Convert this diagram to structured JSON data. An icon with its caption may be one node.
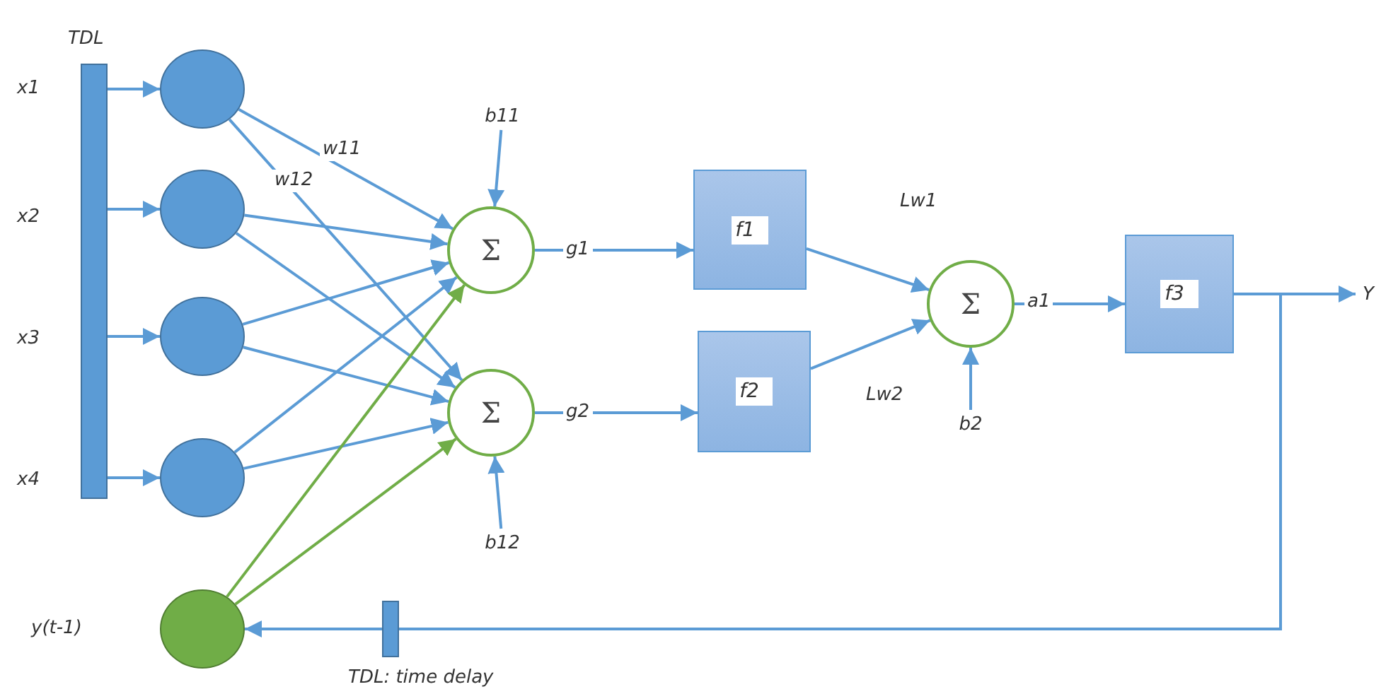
{
  "diagram": {
    "nodes": [
      {
        "text": [],
        "shape": "bar",
        "beside": [
          "TDL"
        ]
      },
      {
        "text": [],
        "shape": "circle"
      },
      {
        "text": [],
        "shape": "circle"
      },
      {
        "text": [],
        "shape": "circle"
      },
      {
        "text": [],
        "shape": "circle"
      },
      {
        "text": [],
        "shape": "circle"
      },
      {
        "text": [
          "Σ"
        ]
      },
      {
        "text": [
          "Σ"
        ]
      },
      {
        "text": [
          "f1"
        ]
      },
      {
        "text": [
          "f2"
        ]
      },
      {
        "text": [
          "Σ"
        ]
      },
      {
        "text": [
          "f3"
        ]
      },
      {
        "text": [
          "Y"
        ]
      },
      {
        "text": [],
        "shape": "bar",
        "beside": [
          "TDL: time delay"
        ]
      },
      {
        "text": [
          "b11"
        ]
      },
      {
        "text": [
          "b12"
        ]
      },
      {
        "text": [
          "b2"
        ]
      }
    ],
    "edges": [
      {
        "from": 0,
        "to": 1,
        "arrow": "to"
      },
      {
        "from": 0,
        "to": 2,
        "arrow": "to"
      },
      {
        "from": 0,
        "to": 3,
        "arrow": "to"
      },
      {
        "from": 0,
        "to": 4,
        "arrow": "to"
      },
      {
        "from": 1,
        "to": 6,
        "arrow": "to",
        "label": "w11"
      },
      {
        "from": 1,
        "to": 7,
        "arrow": "to",
        "label": "w12"
      },
      {
        "from": 2,
        "to": 6,
        "arrow": "to"
      },
      {
        "from": 2,
        "to": 7,
        "arrow": "to"
      },
      {
        "from": 3,
        "to": 6,
        "arrow": "to"
      },
      {
        "from": 3,
        "to": 7,
        "arrow": "to"
      },
      {
        "from": 4,
        "to": 6,
        "arrow": "to"
      },
      {
        "from": 4,
        "to": 7,
        "arrow": "to"
      },
      {
        "from": 5,
        "to": 6,
        "arrow": "to",
        "color": "#70ad47"
      },
      {
        "from": 5,
        "to": 7,
        "arrow": "to",
        "color": "#70ad47"
      },
      {
        "from": 14,
        "to": 6,
        "arrow": "to"
      },
      {
        "from": 15,
        "to": 7,
        "arrow": "to"
      },
      {
        "from": 6,
        "to": 8,
        "arrow": "to",
        "label": "g1"
      },
      {
        "from": 7,
        "to": 9,
        "arrow": "to",
        "label": "g2"
      },
      {
        "from": 8,
        "to": 10,
        "arrow": "to",
        "label": "Lw1"
      },
      {
        "from": 9,
        "to": 10,
        "arrow": "to",
        "label": "Lw2"
      },
      {
        "from": 16,
        "to": 10,
        "arrow": "to"
      },
      {
        "from": 10,
        "to": 11,
        "arrow": "to",
        "label": "a1"
      },
      {
        "from": 11,
        "to": 12,
        "arrow": "to"
      },
      {
        "from": 11,
        "to": 13,
        "arrow": "none"
      },
      {
        "from": 13,
        "to": 5,
        "arrow": "to"
      }
    ],
    "labels": [
      "x1",
      "x2",
      "x3",
      "x4",
      "y(t-1)"
    ]
  }
}
